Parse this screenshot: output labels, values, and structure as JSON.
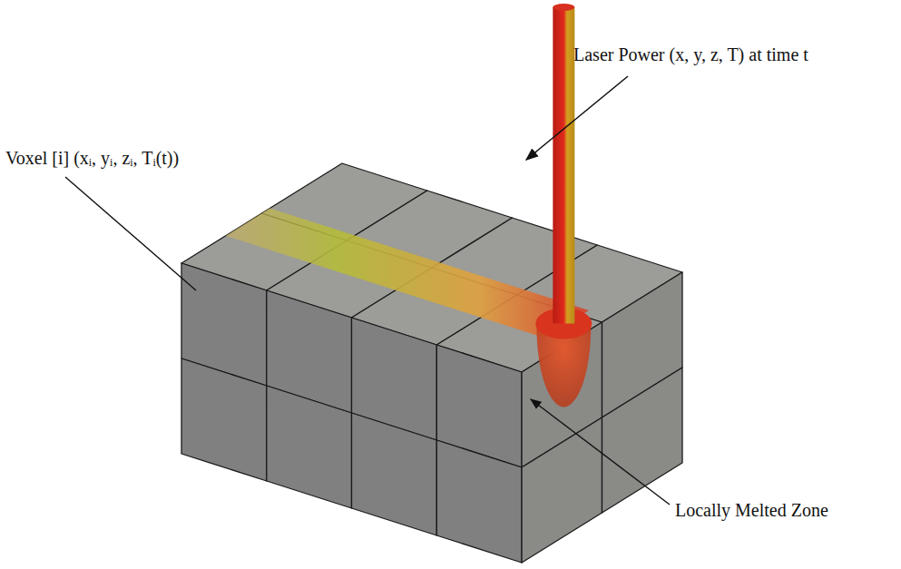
{
  "diagram": {
    "labels": [
      "Laser Power (x, y, z, T) at time t",
      "Voxel [i] (xᵢ, yᵢ, zᵢ, Tᵢ(t))",
      "Locally Melted Zone"
    ]
  }
}
